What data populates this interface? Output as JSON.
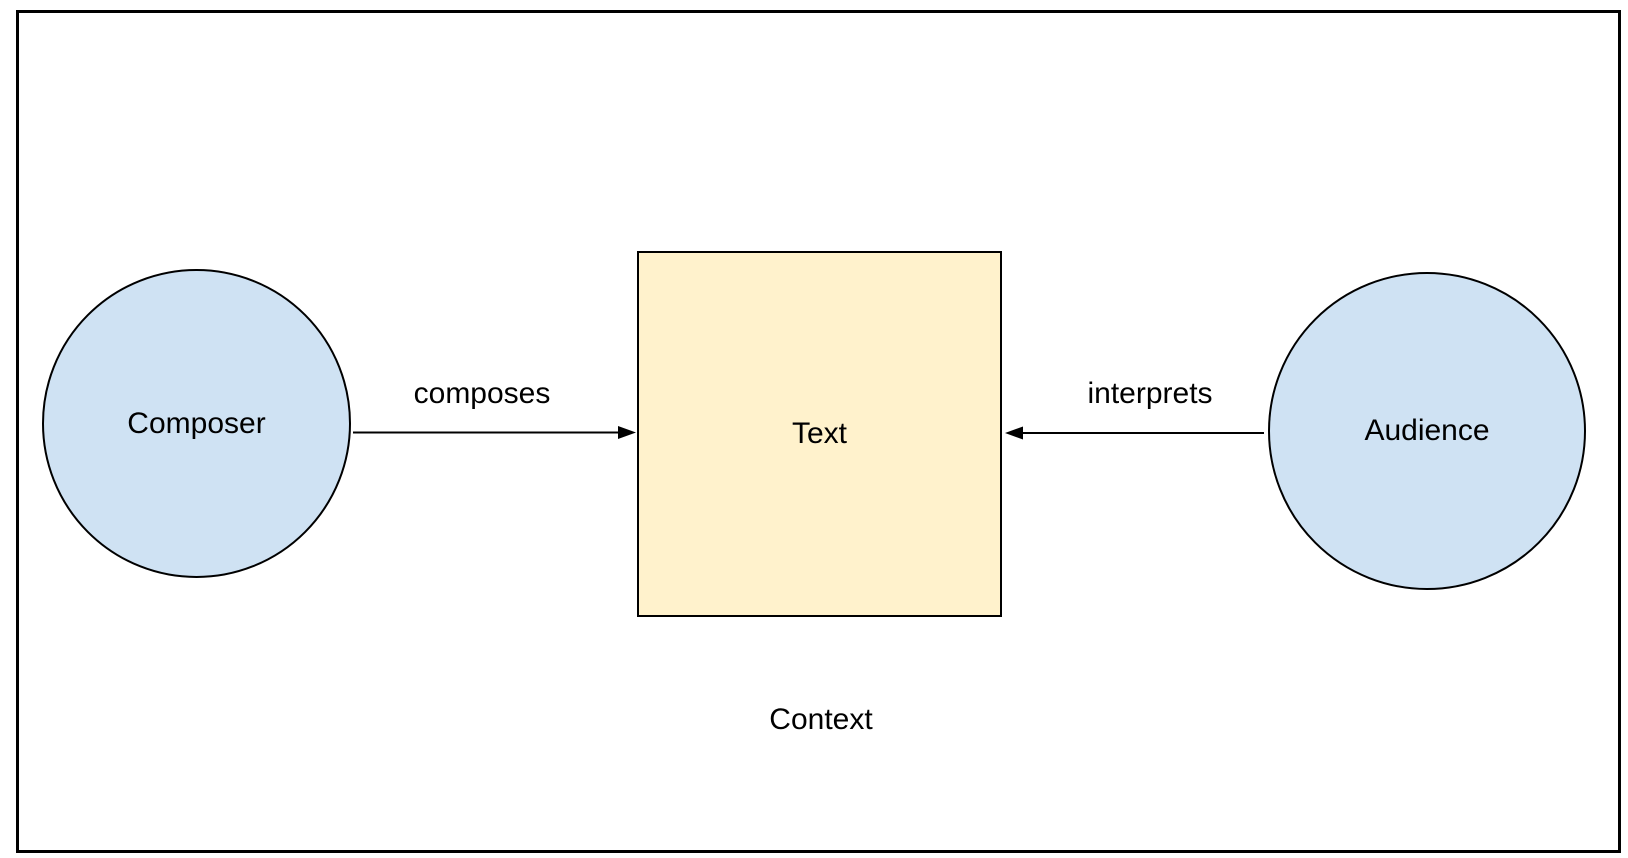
{
  "diagram": {
    "frame_label": "Context",
    "nodes": [
      {
        "id": "composer",
        "label": "Composer",
        "shape": "circle",
        "fill": "#cfe2f3"
      },
      {
        "id": "text",
        "label": "Text",
        "shape": "square",
        "fill": "#fff2cc"
      },
      {
        "id": "audience",
        "label": "Audience",
        "shape": "circle",
        "fill": "#cfe2f3"
      }
    ],
    "edges": [
      {
        "label": "composes",
        "from": "composer",
        "to": "text",
        "arrow_direction": "right"
      },
      {
        "label": "interprets",
        "from": "audience",
        "to": "text",
        "arrow_direction": "left"
      }
    ],
    "colors": {
      "circle_fill": "#cfe2f3",
      "square_fill": "#fff2cc",
      "stroke": "#000000",
      "background": "#ffffff"
    }
  }
}
